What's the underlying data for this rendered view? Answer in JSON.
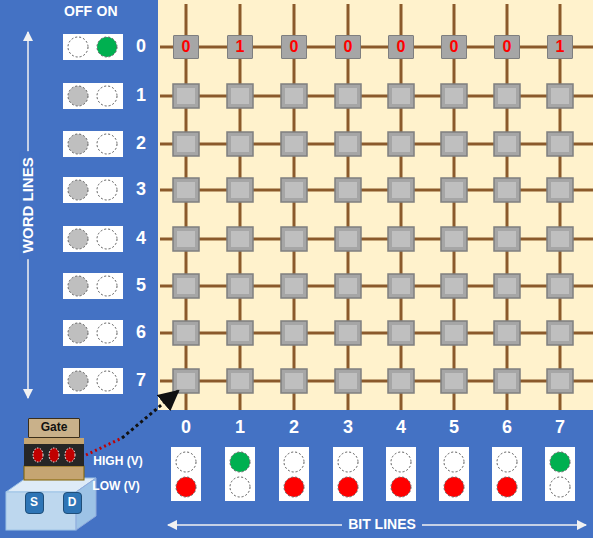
{
  "diagram": {
    "nodes": [
      {
        "text": [
          "0"
        ]
      },
      {
        "text": [
          "1"
        ]
      },
      {
        "text": [
          "0"
        ]
      },
      {
        "text": [
          "0"
        ]
      },
      {
        "text": [
          "0"
        ]
      },
      {
        "text": [
          "0"
        ]
      },
      {
        "text": [
          "0"
        ]
      },
      {
        "text": [
          "1"
        ]
      },
      {
        "text": [
          "Gate"
        ]
      },
      {
        "text": [
          "S"
        ]
      },
      {
        "text": [
          "D"
        ]
      }
    ],
    "labels": [
      "OFF",
      "ON",
      "WORD LINES",
      "0",
      "1",
      "2",
      "3",
      "4",
      "5",
      "6",
      "7",
      "0",
      "1",
      "2",
      "3",
      "4",
      "5",
      "6",
      "7",
      "HIGH (V)",
      "LOW (V)",
      "BIT LINES"
    ]
  }
}
